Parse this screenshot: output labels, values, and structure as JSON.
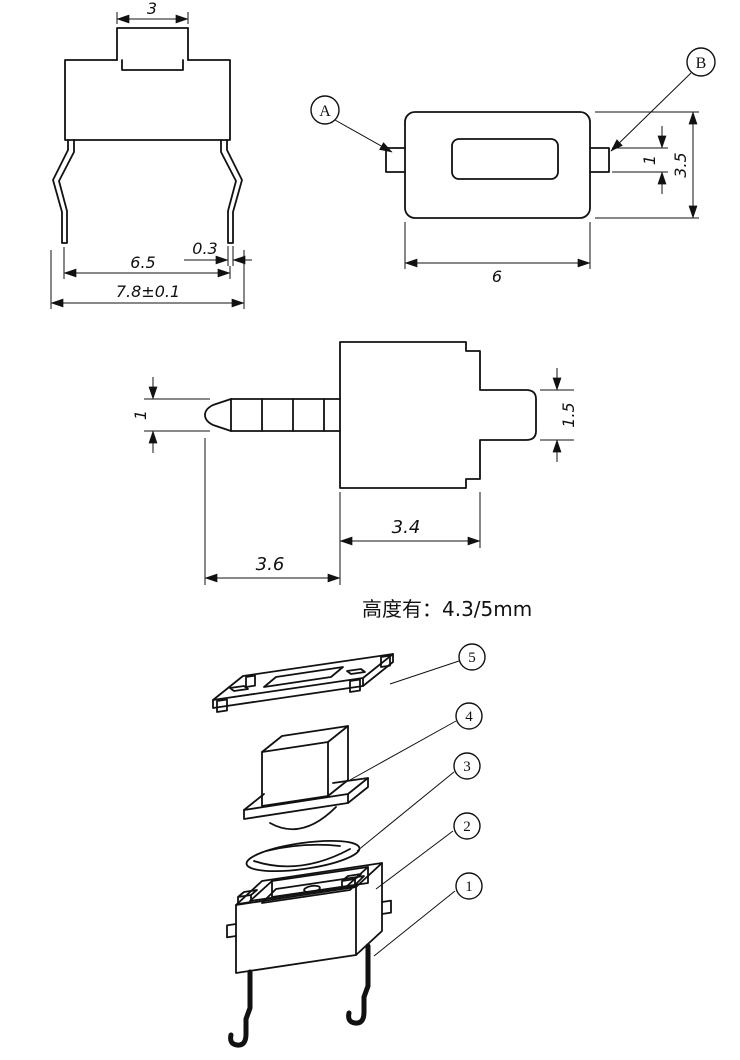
{
  "meta": {
    "background_color": "#ffffff",
    "line_color": "#111111"
  },
  "views": {
    "front": {
      "dims": {
        "plunger_width": "3",
        "lead_thickness": "0.3",
        "lead_span": "6.5",
        "overall_width": "7.8±0.1"
      }
    },
    "top": {
      "balloons": {
        "a": "A",
        "b": "B"
      },
      "dims": {
        "side_tab_width": "1",
        "body_depth": "3.5",
        "body_width": "6"
      }
    },
    "side": {
      "dims": {
        "stem_width": "1",
        "side_tab_height": "1.5",
        "body_width": "3.4",
        "stem_length": "3.6"
      },
      "height_note": "高度有：4.3/5mm"
    },
    "exploded": {
      "parts": [
        {
          "num": "5"
        },
        {
          "num": "4"
        },
        {
          "num": "3"
        },
        {
          "num": "2"
        },
        {
          "num": "1"
        }
      ]
    }
  }
}
